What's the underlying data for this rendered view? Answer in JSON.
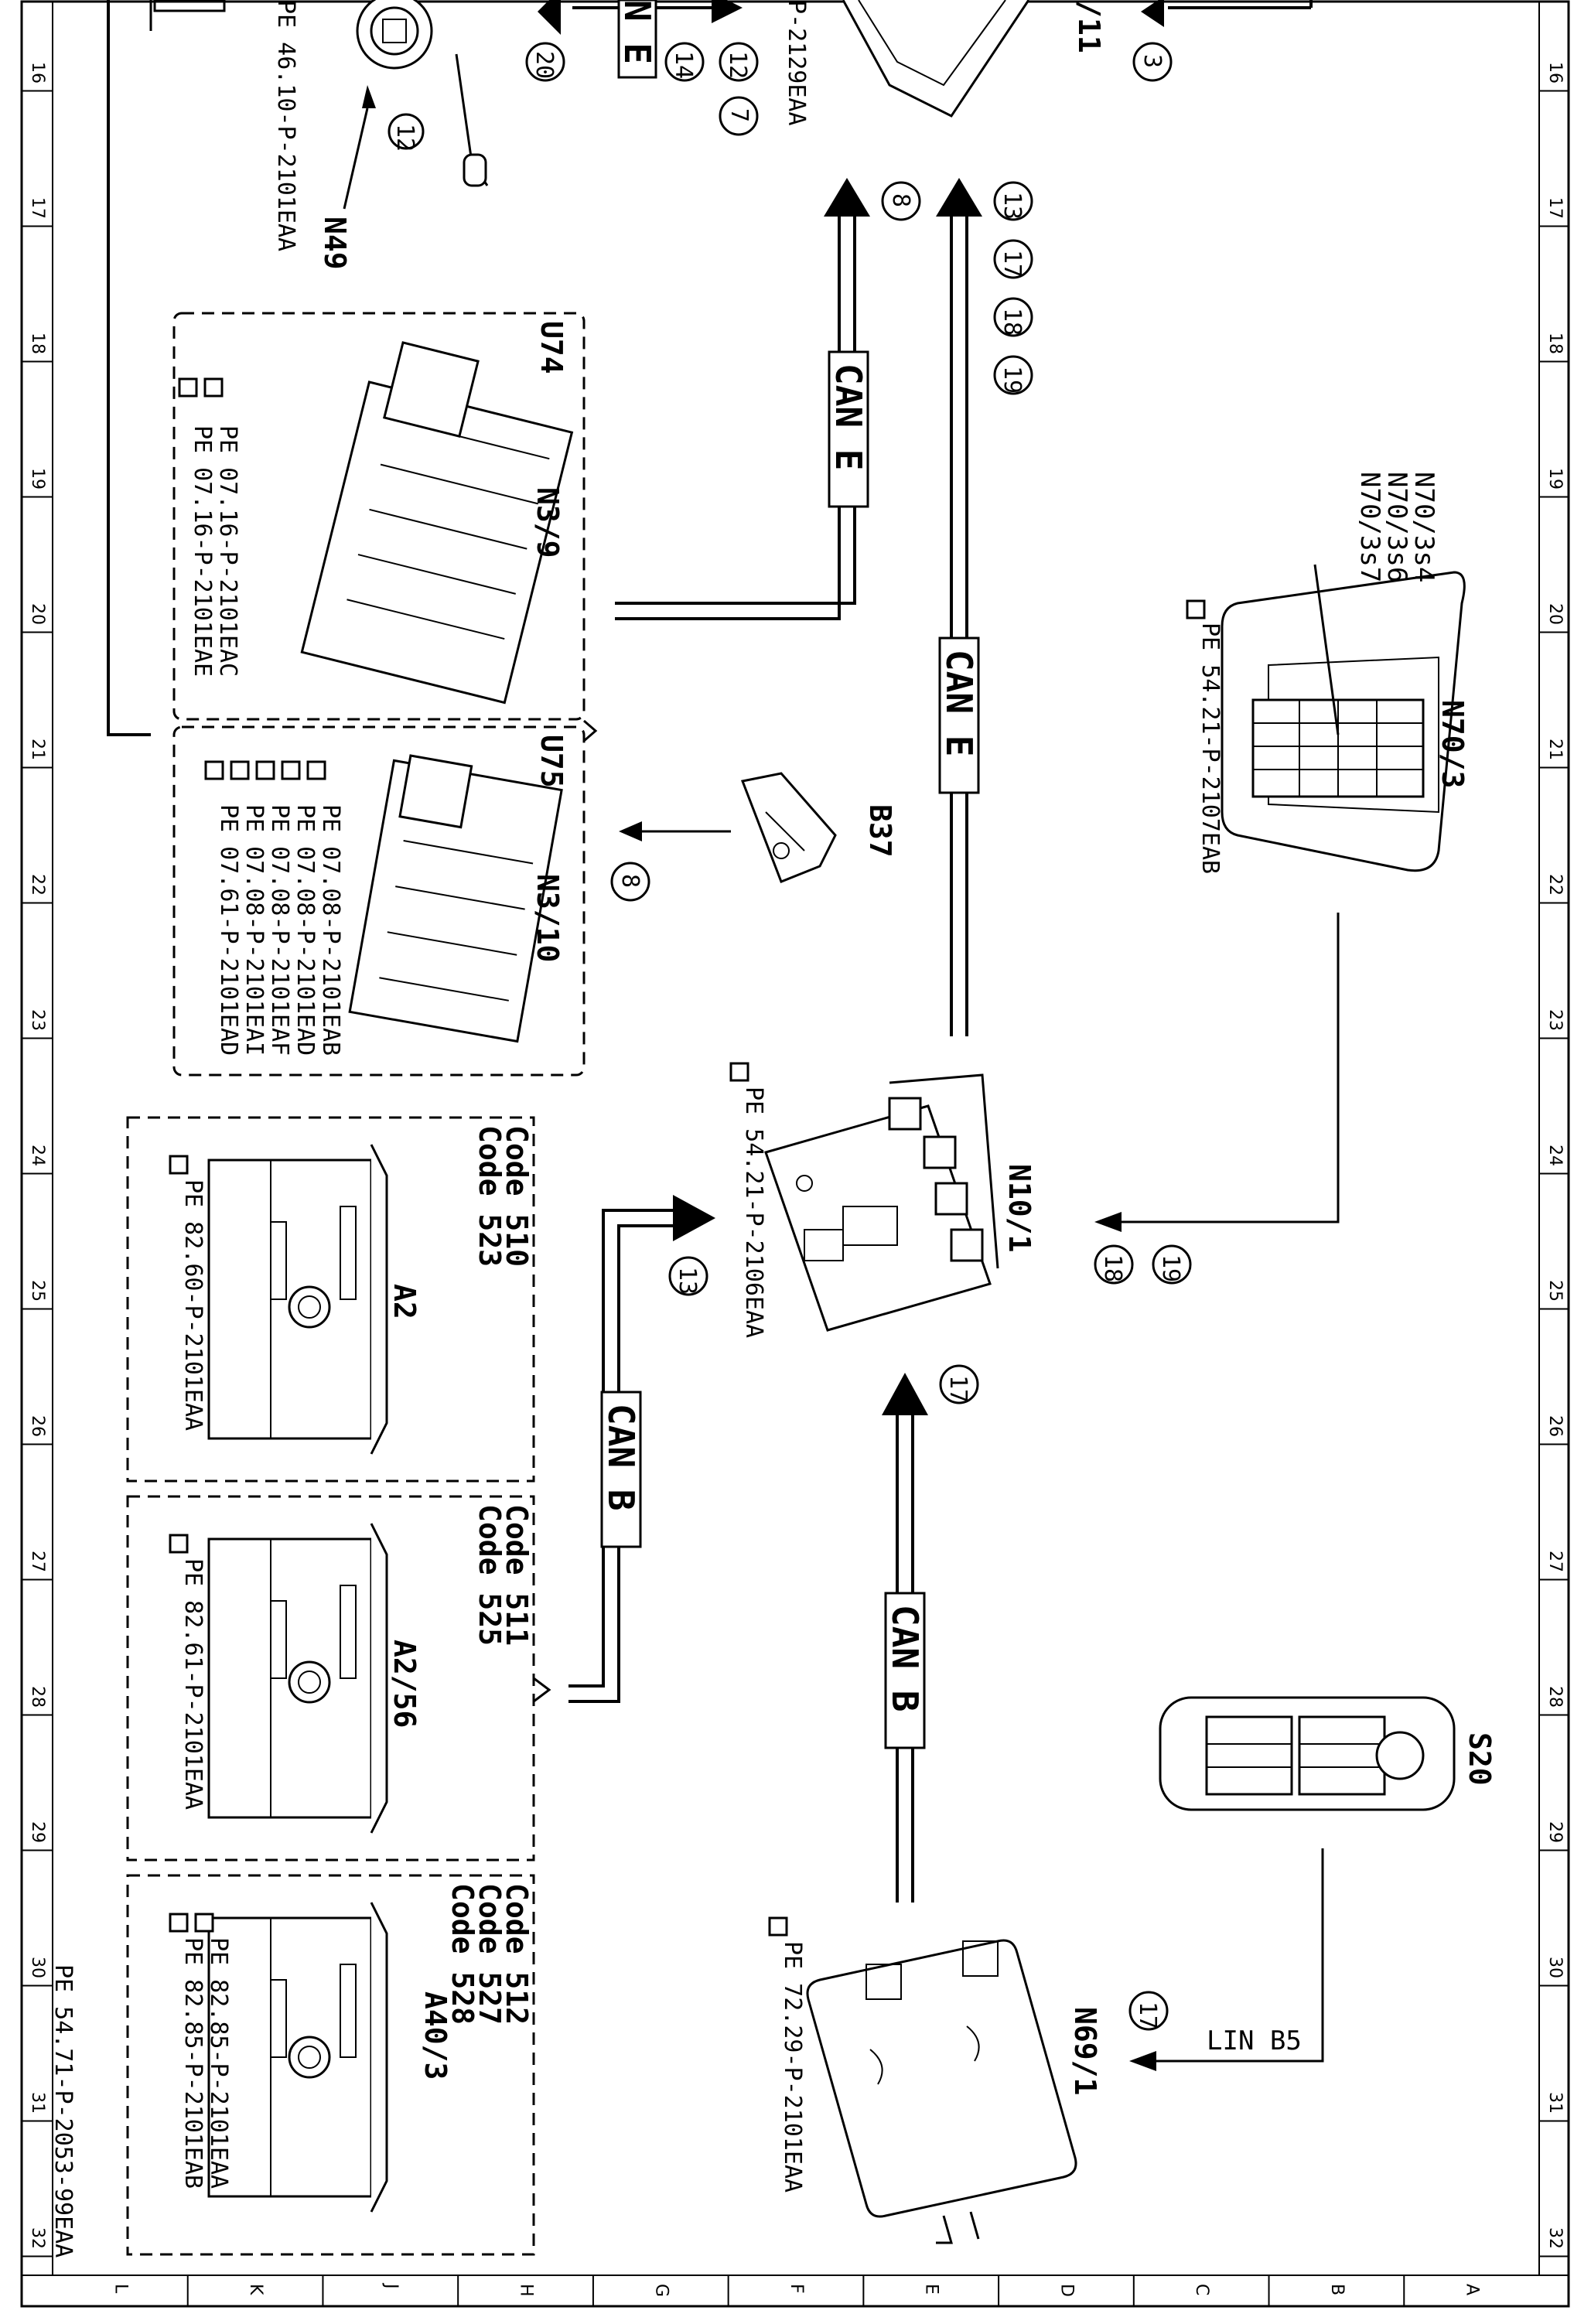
{
  "document_id": "PE 54.71-P-2053-99EAA",
  "grid": {
    "row_numbers": [
      "16",
      "17",
      "18",
      "19",
      "20",
      "21",
      "22",
      "23",
      "24",
      "25",
      "26",
      "27",
      "28",
      "29",
      "30",
      "31",
      "32"
    ],
    "column_letters": [
      "L",
      "K",
      "J",
      "H",
      "G",
      "F",
      "E",
      "D",
      "C",
      "B",
      "A"
    ]
  },
  "components": {
    "n49": {
      "name": "N49",
      "ref": "PE 46.10-P-2101EAA",
      "marker": "12"
    },
    "top_partial": {
      "ref": "P-2129EAA",
      "label": "/11",
      "marker": "3"
    },
    "u74": {
      "group": "U74",
      "name": "N3/9",
      "refs": [
        "PE 07.16-P-2101EAC",
        "PE 07.16-P-2101EAE"
      ]
    },
    "u75": {
      "group": "U75",
      "name": "N3/10",
      "refs": [
        "PE 07.08-P-2101EAB",
        "PE 07.08-P-2101EAD",
        "PE 07.08-P-2101EAF",
        "PE 07.08-P-2101EAI",
        "PE 07.61-P-2101EAD"
      ]
    },
    "b37": {
      "name": "B37",
      "marker": "8"
    },
    "n70_3": {
      "name": "N70/3",
      "switches": [
        "N70/3s4",
        "N70/3s6",
        "N70/3s7"
      ],
      "ref": "PE 54.21-P-2107EAB"
    },
    "n10_1": {
      "name": "N10/1",
      "ref": "PE 54.21-P-2106EAA",
      "markers": [
        "19",
        "18"
      ]
    },
    "a2": {
      "name": "A2",
      "codes": [
        "Code 510",
        "Code 523"
      ],
      "ref": "PE 82.60-P-2101EAA"
    },
    "a2_56": {
      "name": "A2/56",
      "codes": [
        "Code 511",
        "Code 525"
      ],
      "ref": "PE 82.61-P-2101EAA"
    },
    "a40_3": {
      "name": "A40/3",
      "codes": [
        "Code 512",
        "Code 527",
        "Code 528"
      ],
      "refs": [
        "PE 82.85-P-2101EAA",
        "PE 82.85-P-2101EAB"
      ]
    },
    "s20": {
      "name": "S20"
    },
    "n69_1": {
      "name": "N69/1",
      "ref": "PE 72.29-P-2101EAA",
      "marker": "17"
    }
  },
  "buses": {
    "can_e": "CAN E",
    "can_b": "CAN B",
    "lin_b5": "LIN B5"
  },
  "markers": {
    "top_left": [
      "20",
      "14",
      "12",
      "7"
    ],
    "can_e_bus1": [
      "8"
    ],
    "can_e_bus2": [
      "13",
      "17",
      "18",
      "19"
    ],
    "can_b_to_n10": [
      "17"
    ],
    "can_b_to_a2": [
      "13"
    ]
  }
}
